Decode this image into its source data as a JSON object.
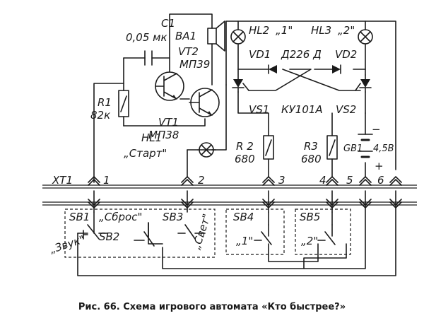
{
  "components": {
    "c1": {
      "ref": "C1",
      "value": "0,05 мк"
    },
    "ba1": {
      "ref": "BA1"
    },
    "r1": {
      "ref": "R1",
      "value": "82к"
    },
    "vt2": {
      "ref": "VT2",
      "value": "МП39"
    },
    "vt1": {
      "ref": "VT1",
      "value": "МП38"
    },
    "hl1": {
      "ref": "HL1",
      "value": "„Старт\""
    },
    "r2": {
      "ref": "R 2",
      "value": "680"
    },
    "r3": {
      "ref": "R3",
      "value": "680"
    },
    "gb1": {
      "ref": "GB1",
      "value": "4,5В",
      "minus": "−",
      "plus": "+"
    },
    "hl2": {
      "ref": "HL2",
      "value": "„1\""
    },
    "hl3": {
      "ref": "HL3",
      "value": "„2\""
    },
    "vd1": {
      "ref": "VD1"
    },
    "vd2": {
      "ref": "VD2"
    },
    "diodes_type": "Д226 Д",
    "vs1": {
      "ref": "VS1"
    },
    "vs2": {
      "ref": "VS2"
    },
    "thyristor_type": "КУ101А"
  },
  "connector": {
    "ref": "XT1",
    "pins": [
      "1",
      "2",
      "3",
      "4",
      "5",
      "6"
    ]
  },
  "switches": {
    "sb1": {
      "ref": "SB1",
      "label": "„Сброс\""
    },
    "sb2": {
      "ref": "SB2",
      "label": "„Звук\""
    },
    "sb3": {
      "ref": "SB3",
      "label": "„Свет\""
    },
    "sb4": {
      "ref": "SB4",
      "label": "„1\""
    },
    "sb5": {
      "ref": "SB5",
      "label": "„2\""
    }
  },
  "caption": "Рис. 66. Схема игрового автомата «Кто быстрее?»"
}
